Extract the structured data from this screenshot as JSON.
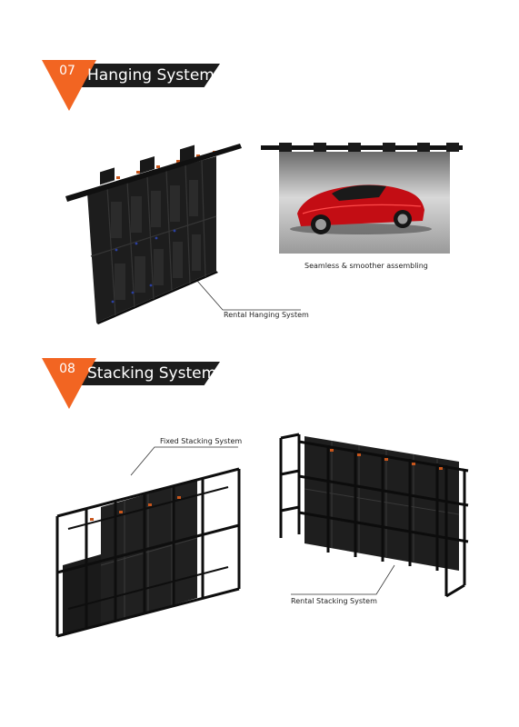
{
  "colors": {
    "accent": "#f26522",
    "bar": "#1c1c1c",
    "frame": "#111111"
  },
  "sections": [
    {
      "number": "07",
      "title": "Hanging System"
    },
    {
      "number": "08",
      "title": "Stacking System"
    }
  ],
  "captions": {
    "seamless": "Seamless & smoother assembling",
    "rental_hanging": "Rental Hanging System",
    "fixed_stacking": "Fixed Stacking System",
    "rental_stacking": "Rental Stacking System"
  }
}
